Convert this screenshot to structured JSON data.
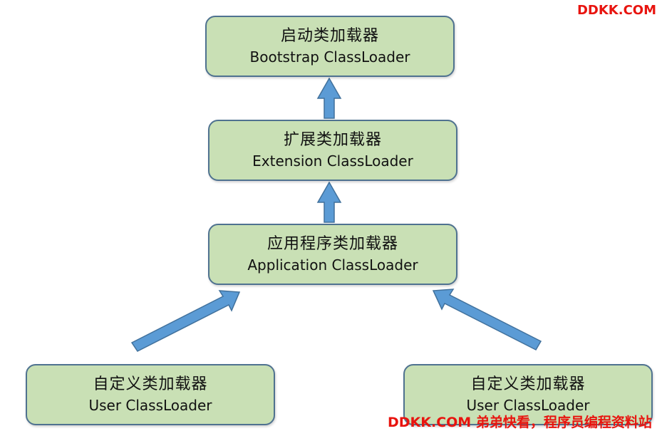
{
  "nodes": {
    "bootstrap": {
      "cn": "启动类加载器",
      "en": "Bootstrap ClassLoader"
    },
    "extension": {
      "cn": "扩展类加载器",
      "en": "Extension ClassLoader"
    },
    "application": {
      "cn": "应用程序类加载器",
      "en": "Application ClassLoader"
    },
    "user_left": {
      "cn": "自定义类加载器",
      "en": "User ClassLoader"
    },
    "user_right": {
      "cn": "自定义类加载器",
      "en": "User ClassLoader"
    }
  },
  "colors": {
    "node_fill": "#c9e0b5",
    "node_border": "#4f7290",
    "arrow_fill": "#5b9bd5",
    "arrow_stroke": "#41719c",
    "watermark": "#e8140f"
  },
  "watermarks": {
    "top": "DDKK.COM",
    "bottom": "DDKK.COM 弟弟快看，程序员编程资料站"
  }
}
